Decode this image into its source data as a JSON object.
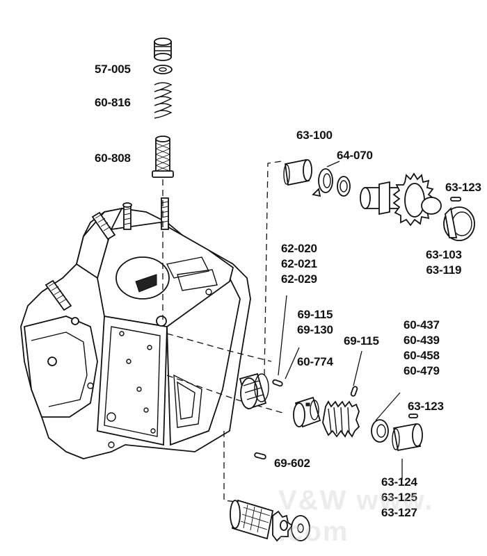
{
  "labels": {
    "p57005": "57-005",
    "p60816": "60-816",
    "p60808": "60-808",
    "p63100": "63-100",
    "p64070": "64-070",
    "p63123a": "63-123",
    "p63103": "63-103",
    "p63119": "63-119",
    "p62020": "62-020",
    "p62021": "62-021",
    "p62029": "62-029",
    "p69115a": "69-115",
    "p69130": "69-130",
    "p60774": "60-774",
    "p69115b": "69-115",
    "p60437": "60-437",
    "p60439": "60-439",
    "p60458": "60-458",
    "p60479": "60-479",
    "p63123b": "63-123",
    "p69602": "69-602",
    "p63124": "63-124",
    "p63125": "63-125",
    "p63127": "63-127"
  },
  "watermark": "V&W www.          .com"
}
